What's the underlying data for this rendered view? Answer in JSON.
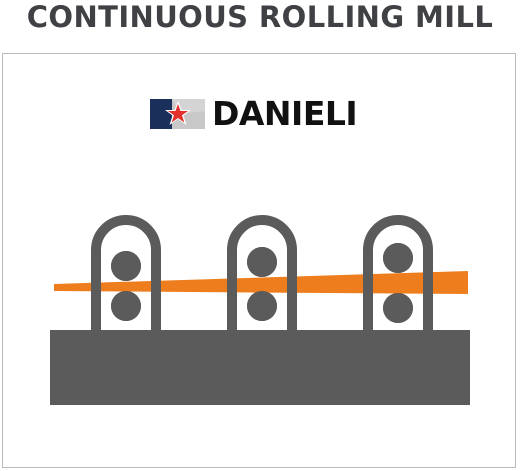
{
  "header": {
    "title": "CONTINUOUS ROLLING MILL"
  },
  "logo": {
    "text": "DANIELI",
    "colors": {
      "navy": "#1b2f5b",
      "red": "#e2312d",
      "grey": "#c8c8c8",
      "white": "#ffffff"
    }
  },
  "diagram": {
    "stands": [
      {
        "name": "stand-1"
      },
      {
        "name": "stand-2"
      },
      {
        "name": "stand-3"
      }
    ],
    "colors": {
      "stand_frame": "#5b5b5b",
      "roll": "#5b5b5b",
      "base": "#5b5b5b",
      "strip": "#ee7d1d",
      "panel_border": "#b9b9b9",
      "title": "#3f4144"
    }
  }
}
